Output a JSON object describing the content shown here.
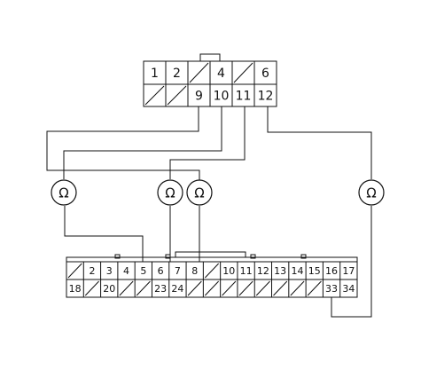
{
  "top_connector": {
    "row1": [
      "1",
      "2",
      "/",
      "4",
      "/",
      "6"
    ],
    "row2": [
      "/",
      "/",
      "9",
      "10",
      "11",
      "12"
    ]
  },
  "bottom_connector": {
    "row1": [
      "/",
      "2",
      "3",
      "4",
      "5",
      "6",
      "7",
      "8",
      "/",
      "10",
      "11",
      "12",
      "13",
      "14",
      "15",
      "16",
      "17"
    ],
    "row2": [
      "18",
      "/",
      "20",
      "/",
      "/",
      "23",
      "24",
      "/",
      "/",
      "/",
      "/",
      "/",
      "/",
      "/",
      "/",
      "33",
      "34"
    ]
  },
  "meters": [
    {
      "symbol": "Ω"
    },
    {
      "symbol": "Ω"
    },
    {
      "symbol": "Ω"
    },
    {
      "symbol": "Ω"
    }
  ]
}
